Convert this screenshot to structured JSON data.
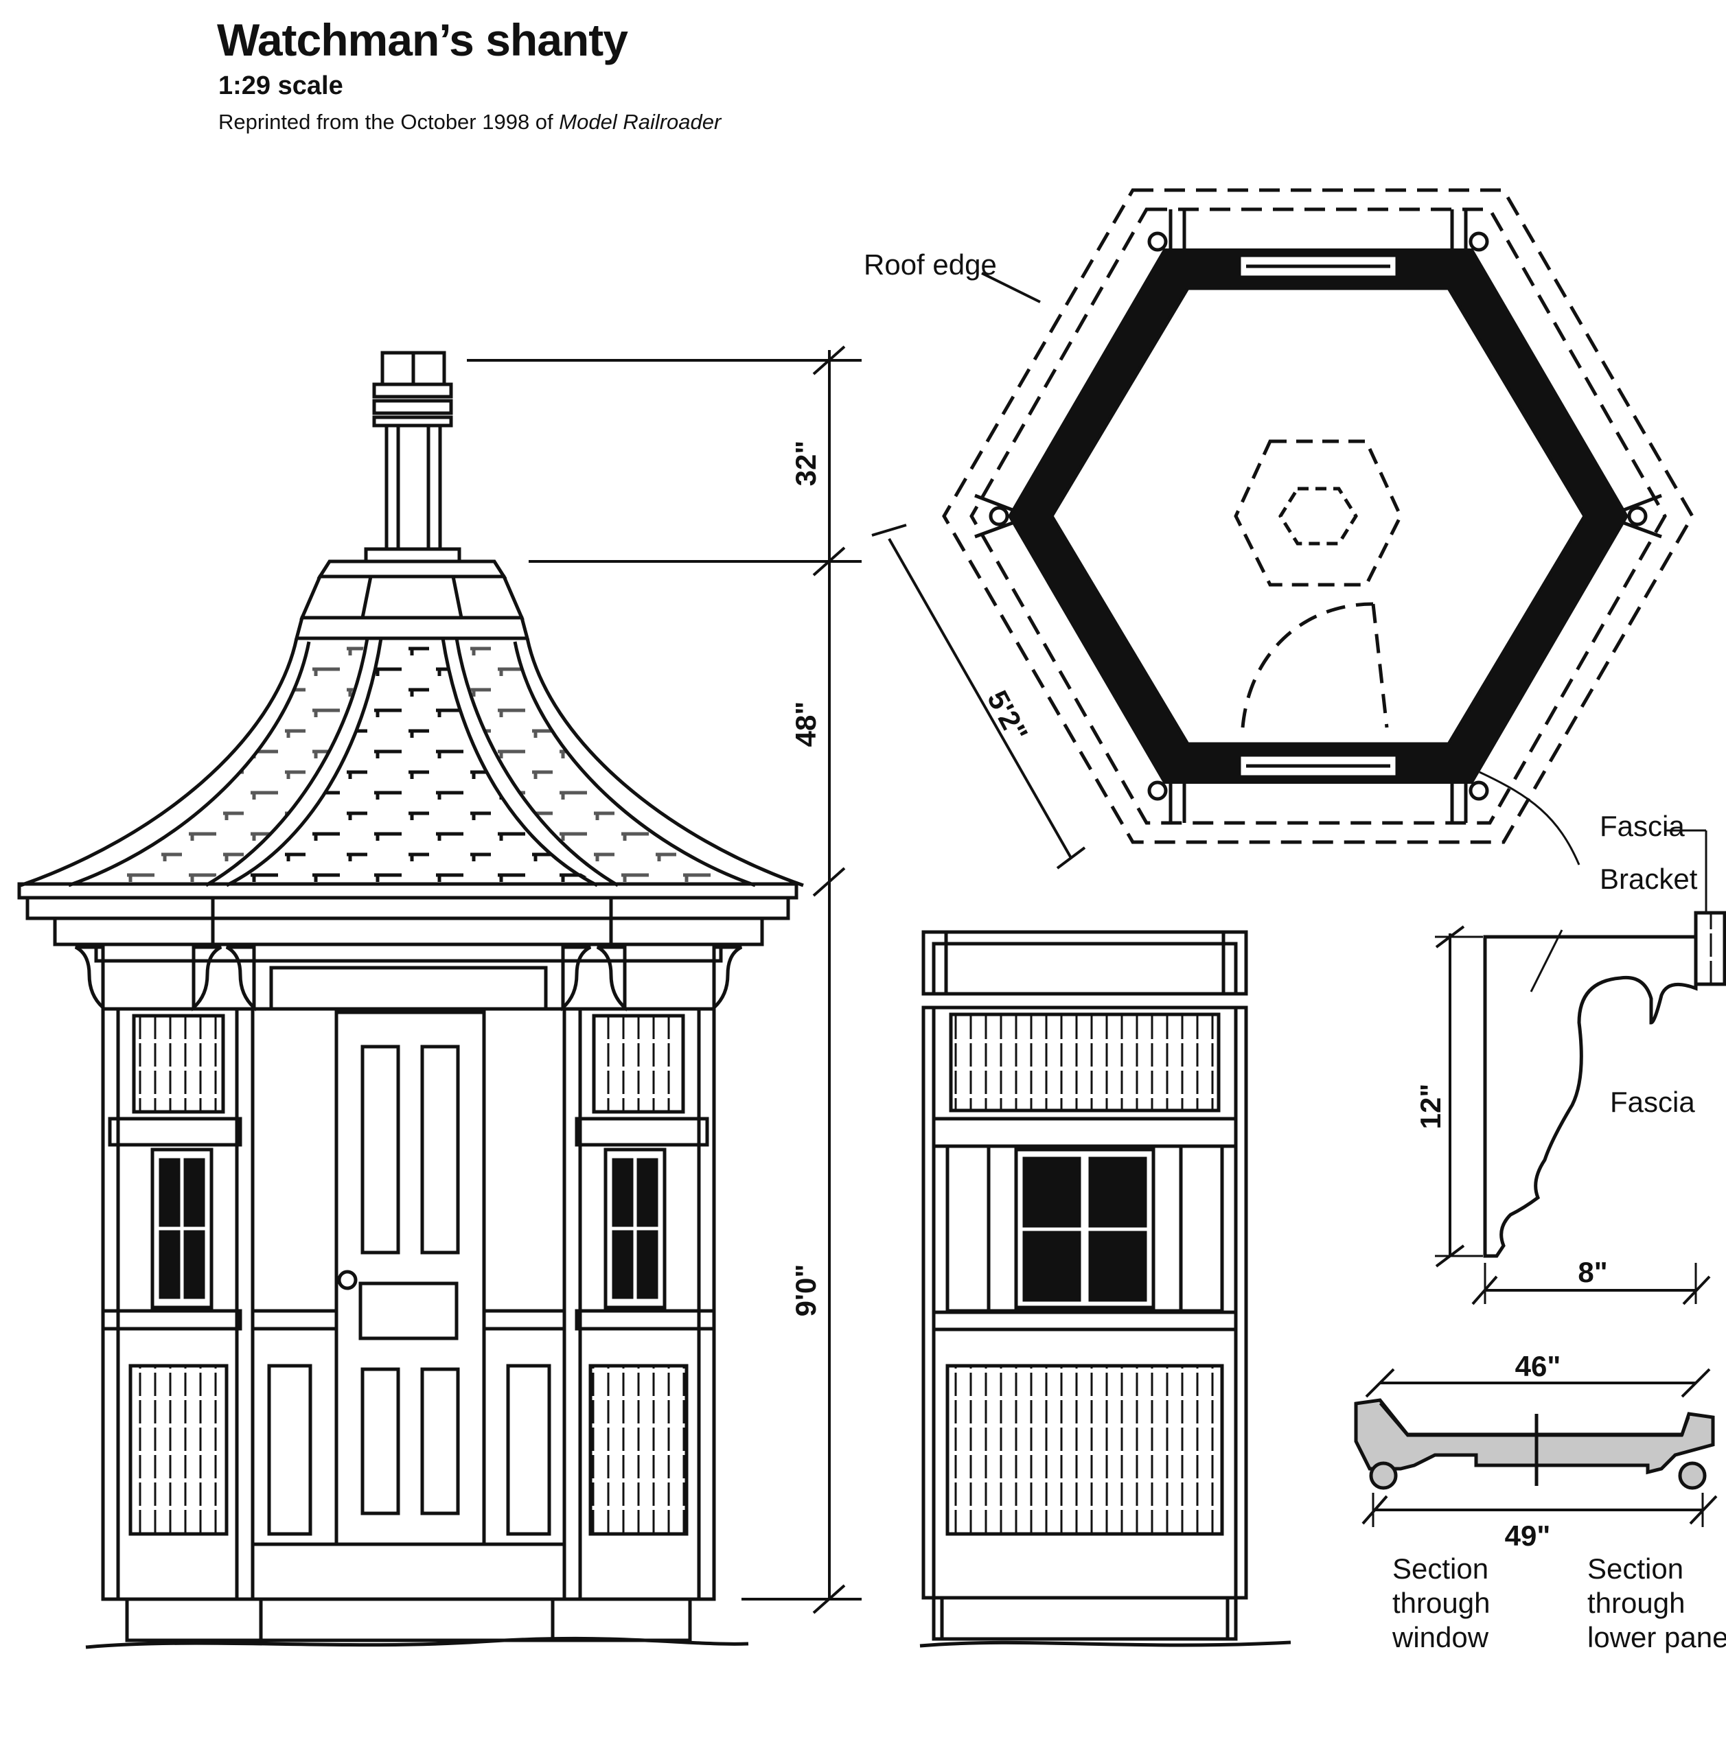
{
  "header": {
    "title": "Watchman’s shanty",
    "scale": "1:29 scale",
    "credit_prefix": "Reprinted from the October 1998 of ",
    "credit_publication": "Model Railroader"
  },
  "labels": {
    "roof_edge": "Roof edge",
    "fascia_top": "Fascia",
    "bracket": "Bracket",
    "fascia_profile": "Fascia",
    "section_window": [
      "Section",
      "through",
      "window"
    ],
    "section_lower_panel": [
      "Section",
      "through",
      "lower panel"
    ]
  },
  "dimensions": {
    "chimney_height": "32\"",
    "roof_height": "48\"",
    "wall_height": "9'0\"",
    "side_length": "5'2\"",
    "bracket_height": "12\"",
    "bracket_depth": "8\"",
    "section_window_width": "46\"",
    "section_panel_width": "49\""
  }
}
